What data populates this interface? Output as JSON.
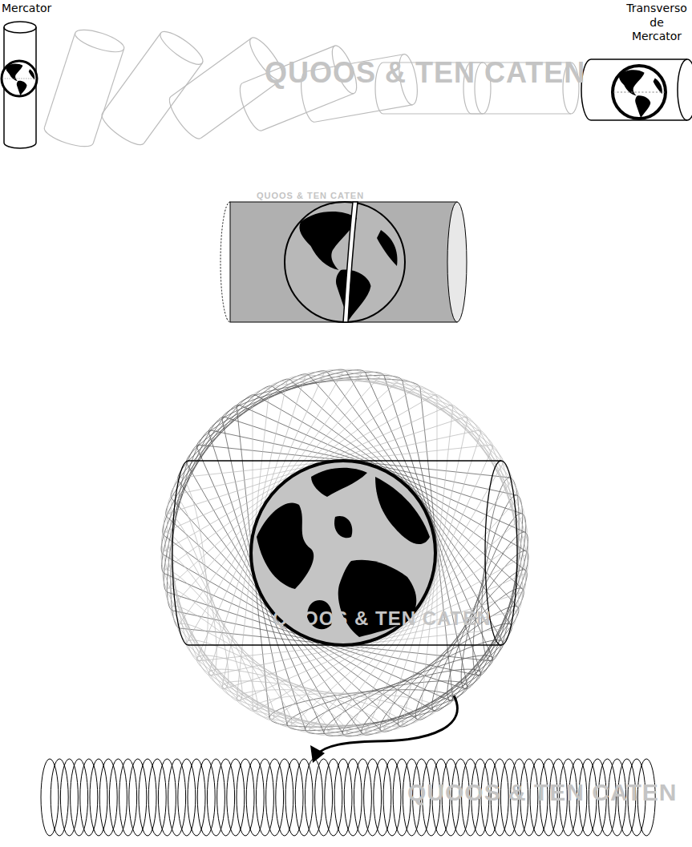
{
  "diagram": {
    "labels": [
      "Mercator",
      "Transverso de Mercator",
      "QUOOS & TEN CATEN",
      "QUOOS & TEN CATEN",
      "QUOOS & TEN CATEN",
      "QUOOS & TEN CATEN"
    ]
  }
}
